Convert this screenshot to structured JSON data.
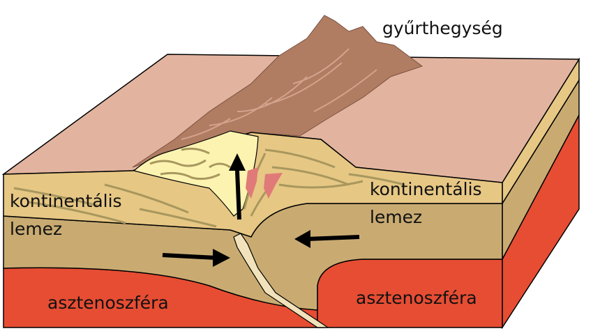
{
  "labels": {
    "mountain": "gyűrthegység",
    "left_plate_line1": "kontinentális",
    "left_plate_line2": "lemez",
    "right_plate_line1": "kontinentális",
    "right_plate_line2": "lemez",
    "left_asthenosphere": "asztenoszféra",
    "right_asthenosphere": "asztenoszféra"
  },
  "colors": {
    "surface": "#e2b49f",
    "upper_crust": "#e6c784",
    "lower_crust": "#c9ab72",
    "asthenosphere": "#e64d33",
    "mountains": "#b07c62",
    "sediment": "#fcf3b0",
    "magma": "#e07a78"
  }
}
